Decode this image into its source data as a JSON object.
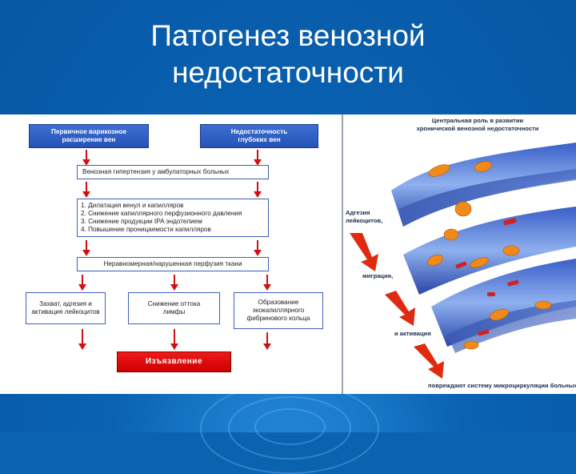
{
  "slide": {
    "title_line1": "Патогенез венозной",
    "title_line2": "недостаточности",
    "background_color": "#0b63b0"
  },
  "flowchart": {
    "top_left": "Первичное варикозное расширение вен",
    "top_left_l1": "Первичное варикозное",
    "top_left_l2": "расширение вен",
    "top_right_l1": "Недостаточность",
    "top_right_l2": "глубоких вен",
    "hypertension": "Венозная гипертензия у амбулаторных больных",
    "list_items": [
      "1. Дилатация венул и капилляров",
      "2. Снижение капиллярного перфузионного давления",
      "3. Снижение продукции tPA эндотелием",
      "4. Повышение проницаемости капилляров"
    ],
    "perfusion": "Неравномерная/нарушенная перфузия ткани",
    "bottom_left_l1": "Захват, адгезия и",
    "bottom_left_l2": "активация лейкоцитов",
    "bottom_mid_l1": "Снижение оттока",
    "bottom_mid_l2": "лимфы",
    "bottom_right_l1": "Образование",
    "bottom_right_l2": "экокапиллярного",
    "bottom_right_l3": "фибринового кольца",
    "ulcer": "Изъязвление",
    "colors": {
      "blue_box": "#2f5fc4",
      "red_box": "#e00000",
      "arrow": "#d01010"
    }
  },
  "illustration": {
    "heading_l1": "Центральная роль в развитии",
    "heading_l2": "хронической венозной недостаточности",
    "label_adhesion_l1": "Адгезия",
    "label_adhesion_l2": "лейкоцитов,",
    "label_migration": "миграция,",
    "label_activation": "и активация",
    "label_damage": "повреждают систему микроциркуляции больных"
  }
}
